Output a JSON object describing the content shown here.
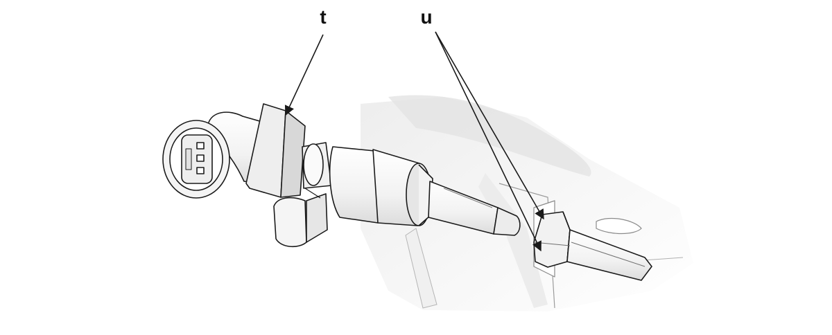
{
  "callouts": [
    {
      "id": "t",
      "label": "t"
    },
    {
      "id": "u",
      "label": "u"
    }
  ],
  "colors": {
    "line": "#1a1a1a",
    "part_fill": "#f7f7f7",
    "shadow": "#d9d9d9",
    "background": "#ffffff"
  }
}
